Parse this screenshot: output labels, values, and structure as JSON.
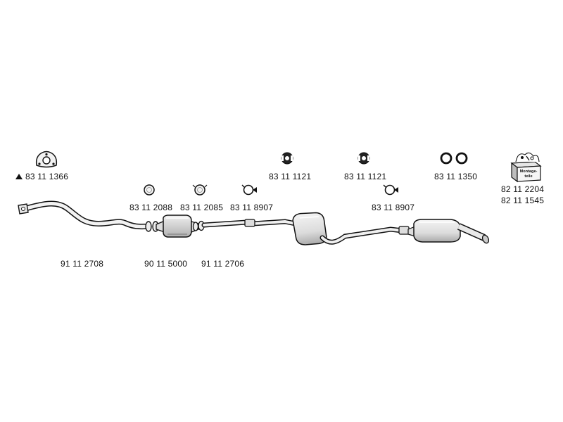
{
  "parts": {
    "p_8311366": "83 11 1366",
    "p_8311121_a": "83 11 1121",
    "p_8311121_b": "83 11 1121",
    "p_8311350": "83 11 1350",
    "p_8211204": "82 11 2204",
    "p_8211545": "82 11 1545",
    "p_8312088": "83 11 2088",
    "p_8312085": "83 11 2085",
    "p_8318907_a": "83 11 8907",
    "p_8318907_b": "83 11 8907",
    "p_9112708": "91 11 2708",
    "p_9015000": "90 11 5000",
    "p_9112706": "91 11 2706"
  },
  "kit_box_label": [
    "Montage-",
    "teile"
  ],
  "colors": {
    "ink": "#111111",
    "fill": "#eeeeee",
    "shade": "#bbbbbb"
  }
}
